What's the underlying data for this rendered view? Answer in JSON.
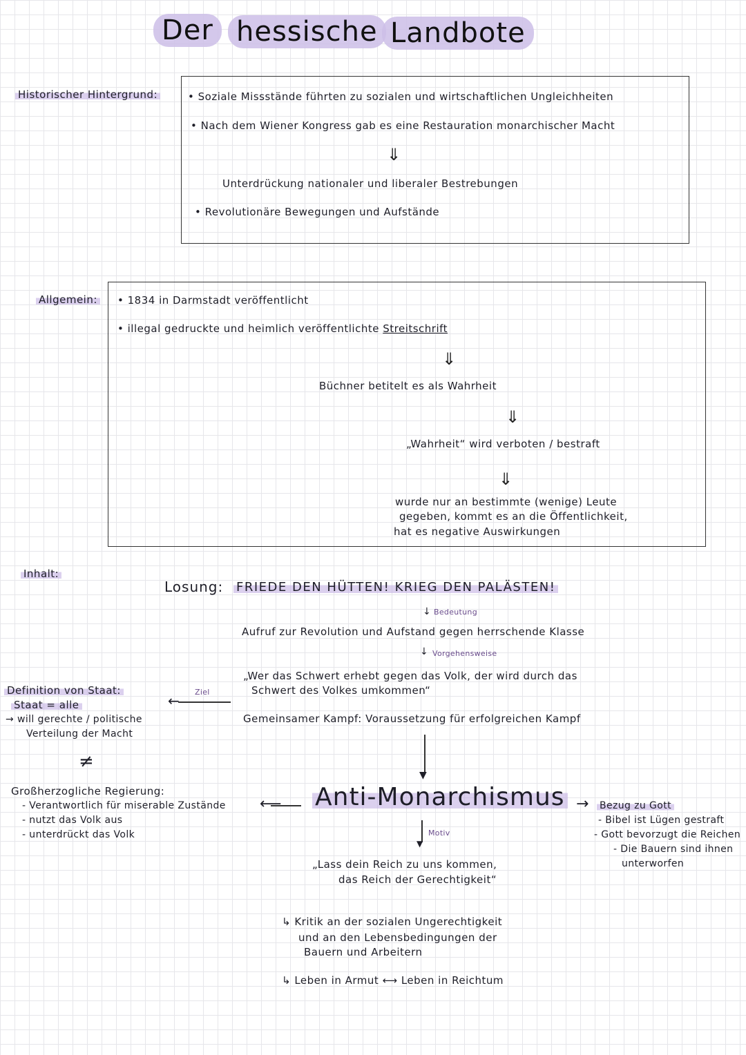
{
  "title": {
    "word1": "Der",
    "word2": "hessische",
    "word3": "Landbote"
  },
  "historical": {
    "label": "Historischer Hintergrund:",
    "bullet1": "Soziale Missstände führten zu sozialen und wirtschaftlichen Ungleichheiten",
    "bullet2": "Nach dem Wiener Kongress gab es eine Restauration monarchischer Macht",
    "result": "Unterdrückung nationaler und liberaler Bestrebungen",
    "bullet3": "Revolutionäre Bewegungen und Aufstände"
  },
  "general": {
    "label": "Allgemein:",
    "bullet1": "1834 in Darmstadt veröffentlicht",
    "bullet2_prefix": "illegal gedruckte und heimlich veröffentlichte",
    "bullet2_term": "Streitschrift",
    "step1": "Büchner betitelt es als Wahrheit",
    "step2": "„Wahrheit“ wird verboten / bestraft",
    "step3_line1": "wurde nur an bestimmte (wenige) Leute",
    "step3_line2": "gegeben, kommt es an die Öffentlichkeit,",
    "step3_line3": "hat es negative Auswirkungen"
  },
  "content": {
    "label": "Inhalt:",
    "slogan_prefix": "Losung:",
    "slogan": "FRIEDE DEN HÜTTEN! KRIEG DEN PALÄSTEN!",
    "meaning_label": "Bedeutung",
    "call": "Aufruf zur Revolution und Aufstand gegen herrschende Klasse",
    "approach_label": "Vorgehensweise",
    "quote1_line1": "„Wer das Schwert erhebt gegen das Volk, der wird durch das",
    "quote1_line2": "Schwert des Volkes umkommen“",
    "goal_label": "Ziel",
    "joint_fight": "Gemeinsamer Kampf: Voraussetzung für erfolgreichen Kampf",
    "definition_title": "Definition von Staat:",
    "definition_line": "Staat = alle",
    "definition_arrow": "→ will gerechte / politische",
    "definition_arrow2": "Verteilung der Macht",
    "not_equal": "≠",
    "government_title": "Großherzogliche Regierung:",
    "government_items": [
      "- Verantwortlich für miserable Zustände",
      "- nutzt das Volk aus",
      "- unterdrückt das Volk"
    ],
    "central": "Anti-Monarchismus",
    "god_title": "Bezug zu Gott",
    "god_items": [
      "- Bibel ist Lügen gestraft",
      "- Gott bevorzugt die Reichen",
      "- Die Bauern sind ihnen",
      "unterworfen"
    ],
    "motive_label": "Motiv",
    "quote2_line1": "„Lass dein Reich zu uns kommen,",
    "quote2_line2": "das Reich der Gerechtigkeit“",
    "critique_line1": "↳ Kritik an der sozialen Ungerechtigkeit",
    "critique_line2": "und an den Lebensbedingungen der",
    "critique_line3": "Bauern und Arbeitern",
    "contrast": "↳ Leben in Armut ⟷ Leben in Reichtum"
  },
  "colors": {
    "highlight": "#cdbee8",
    "label_ink": "#6a4c8c"
  }
}
